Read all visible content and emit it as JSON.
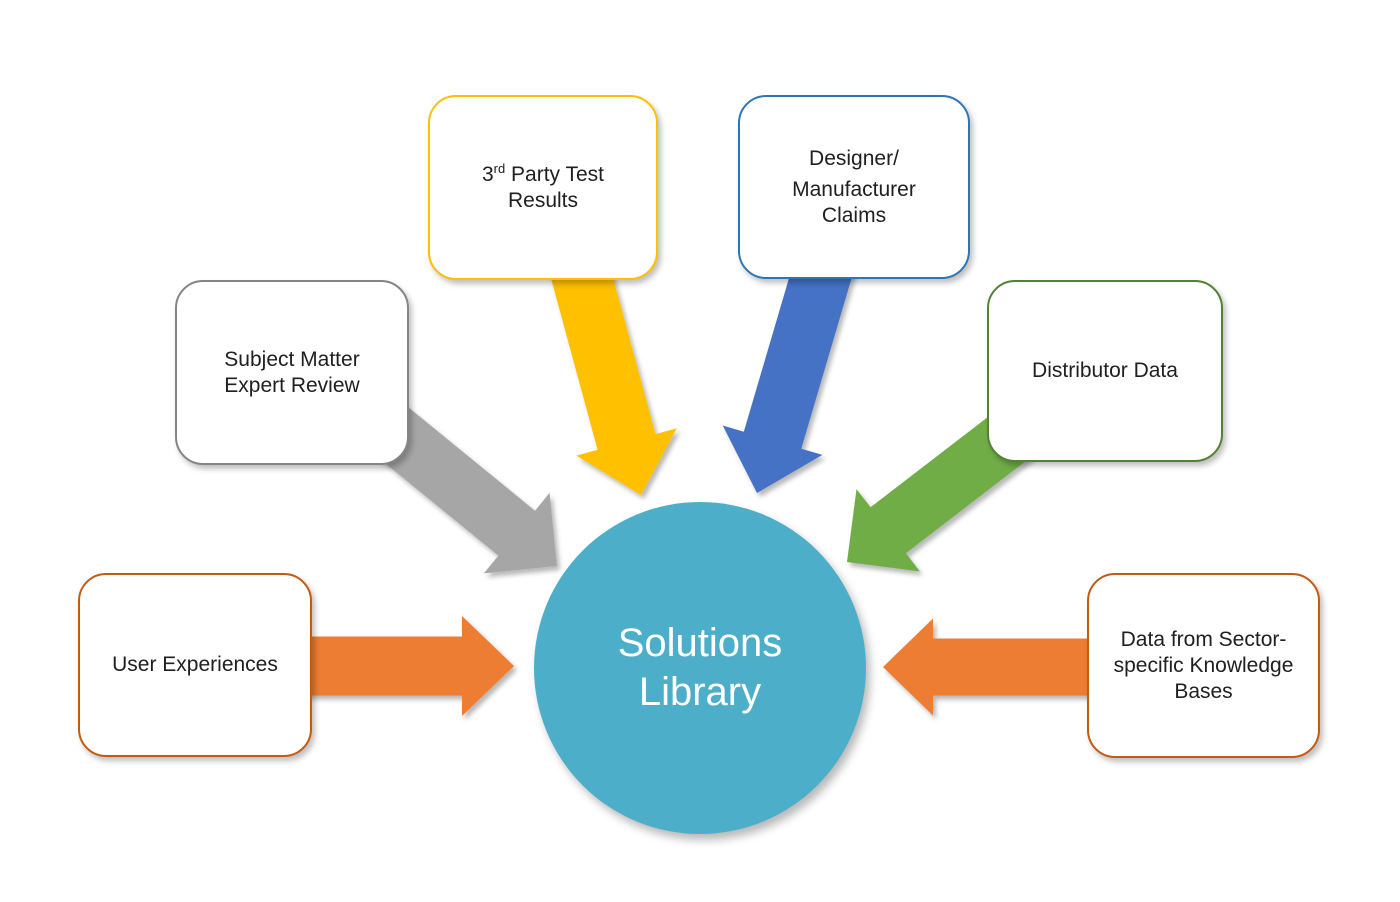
{
  "diagram_title": "Solutions Library",
  "center": {
    "lines": [
      "Solutions",
      "Library"
    ],
    "fill": "#4DAECA",
    "text_color": "#FFFFFF"
  },
  "nodes": [
    {
      "id": "subject-matter-expert-review",
      "lines": [
        [
          {
            "t": "Subject Matter"
          }
        ],
        [
          {
            "t": "Expert Review"
          }
        ]
      ],
      "border_color": "#858585",
      "arrow_color": "#A6A6A6"
    },
    {
      "id": "third-party-test-results",
      "lines": [
        [
          {
            "t": "3"
          },
          {
            "t": "rd",
            "sup": true
          },
          {
            "t": " Party Test"
          }
        ],
        [
          {
            "t": "Results"
          }
        ]
      ],
      "border_color": "#FFC000",
      "arrow_color": "#FFC000"
    },
    {
      "id": "designer-manufacturer-claims",
      "lines": [
        [
          {
            "t": "Designer/"
          }
        ],
        [
          {
            "t": "Manufacturer"
          }
        ],
        [
          {
            "t": "Claims"
          }
        ]
      ],
      "border_color": "#2E75B6",
      "arrow_color": "#4472C4"
    },
    {
      "id": "distributor-data",
      "lines": [
        [
          {
            "t": "Distributor Data"
          }
        ]
      ],
      "border_color": "#538135",
      "arrow_color": "#70AD47"
    },
    {
      "id": "user-experiences",
      "lines": [
        [
          {
            "t": "User Experiences"
          }
        ]
      ],
      "border_color": "#C55A11",
      "arrow_color": "#ED7D31"
    },
    {
      "id": "data-from-sector-specific-knowledge-bases",
      "lines": [
        [
          {
            "t": "Data from Sector-"
          }
        ],
        [
          {
            "t": "specific Knowledge"
          }
        ],
        [
          {
            "t": "Bases"
          }
        ]
      ],
      "border_color": "#C55A11",
      "arrow_color": "#ED7D31"
    }
  ]
}
